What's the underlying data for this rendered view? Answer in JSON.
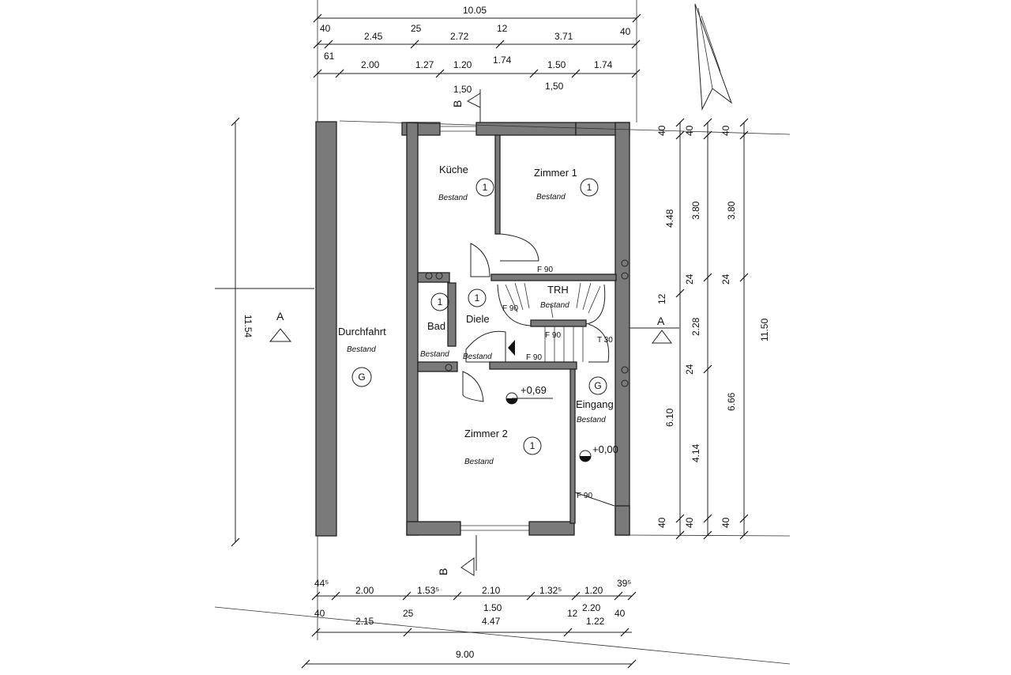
{
  "rooms": {
    "kueche": {
      "name": "Küche",
      "status": "Bestand",
      "badge": "1"
    },
    "zimmer1": {
      "name": "Zimmer 1",
      "status": "Bestand",
      "badge": "1"
    },
    "bad": {
      "name": "Bad",
      "status": "Bestand",
      "badge": "1"
    },
    "diele": {
      "name": "Diele",
      "status": "Bestand",
      "badge": "1"
    },
    "trh": {
      "name": "TRH",
      "status": "Bestand"
    },
    "zimmer2": {
      "name": "Zimmer 2",
      "status": "Bestand",
      "badge": "1"
    },
    "eingang": {
      "name": "Eingang",
      "status": "Bestand",
      "badge": "G"
    },
    "durchfahrt": {
      "name": "Durchfahrt",
      "status": "Bestand",
      "badge": "G"
    }
  },
  "levels": {
    "upper": "+0,69",
    "entrance": "+0,00"
  },
  "fire": {
    "f90": "F 90",
    "t30": "T 30"
  },
  "sections": {
    "a": "A",
    "b": "B"
  },
  "dims_top": {
    "total": "10.05",
    "row1": [
      "40",
      "2.45",
      "25",
      "2.72",
      "12",
      "3.71",
      "40"
    ],
    "row2": [
      "61",
      "2.00",
      "1.27",
      "1.20",
      "1.74",
      "1.50",
      "1.74"
    ],
    "row3": [
      "1,50",
      "1,50"
    ]
  },
  "dims_bottom": {
    "row1": [
      "44⁵",
      "2.00",
      "1.53⁵",
      "2.10",
      "1.32⁵",
      "1.20",
      "39⁵"
    ],
    "row2": [
      "40",
      "2.15",
      "25",
      "1.50",
      "4.47",
      "12",
      "2.20",
      "40"
    ],
    "row3": [
      "1.22"
    ],
    "total": "9.00"
  },
  "dims_right": {
    "col1": [
      "40",
      "4.48",
      "12",
      "6.10",
      "40"
    ],
    "col2": [
      "40",
      "3.80",
      "24",
      "2.28",
      "24",
      "4.14",
      "40"
    ],
    "col3": [
      "40",
      "3.80",
      "24",
      "6.66",
      "40"
    ],
    "col4": [
      "11.50"
    ]
  },
  "dims_left": {
    "total": "11.54"
  },
  "colors": {
    "wall": "#7a7a7a",
    "line": "#222222",
    "paper": "#ffffff"
  }
}
